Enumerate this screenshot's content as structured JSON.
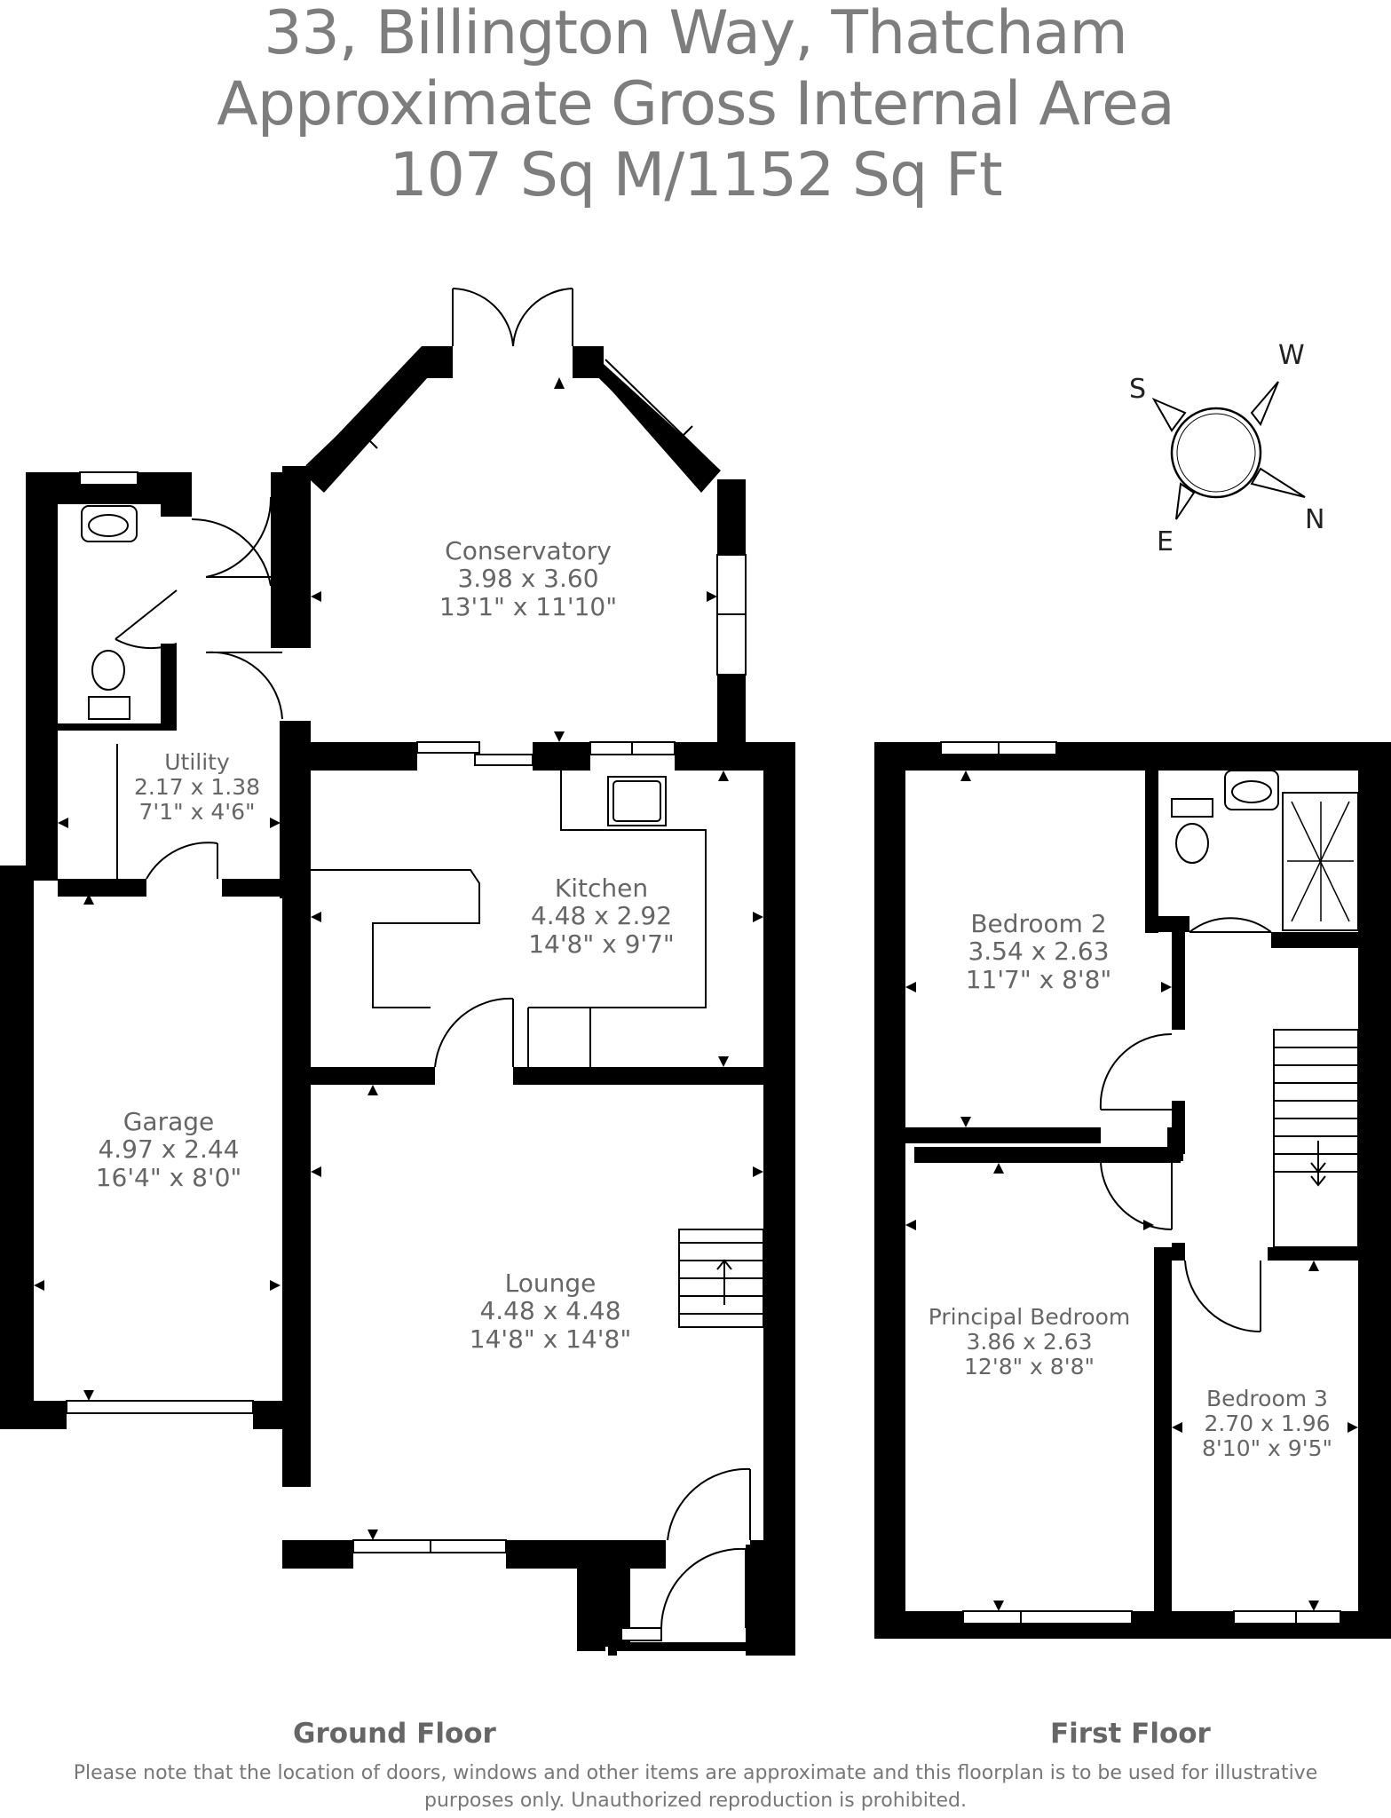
{
  "title": {
    "line1": "33, Billington Way, Thatcham",
    "line2": "Approximate Gross Internal Area",
    "line3": "107 Sq M/1152 Sq Ft"
  },
  "floors": {
    "ground": "Ground Floor",
    "first": "First Floor"
  },
  "rooms": {
    "conservatory": {
      "name": "Conservatory",
      "metric": "3.98 x 3.60",
      "imperial": "13'1\" x 11'10\""
    },
    "utility": {
      "name": "Utility",
      "metric": "2.17 x 1.38",
      "imperial": "7'1\" x 4'6\""
    },
    "kitchen": {
      "name": "Kitchen",
      "metric": "4.48 x 2.92",
      "imperial": "14'8\" x 9'7\""
    },
    "garage": {
      "name": "Garage",
      "metric": "4.97 x 2.44",
      "imperial": "16'4\" x 8'0\""
    },
    "lounge": {
      "name": "Lounge",
      "metric": "4.48 x 4.48",
      "imperial": "14'8\" x 14'8\""
    },
    "bedroom2": {
      "name": "Bedroom 2",
      "metric": "3.54 x 2.63",
      "imperial": "11'7\" x 8'8\""
    },
    "principal": {
      "name": "Principal Bedroom",
      "metric": "3.86 x 2.63",
      "imperial": "12'8\" x 8'8\""
    },
    "bedroom3": {
      "name": "Bedroom 3",
      "metric": "2.70 x 1.96",
      "imperial": "8'10\" x 9'5\""
    }
  },
  "compass": {
    "s": "S",
    "w": "W",
    "n": "N",
    "e": "E"
  },
  "footer": {
    "line1": "Please note that the location of doors, windows and other items are approximate and this floorplan is to be used for illustrative",
    "line2": "purposes only. Unauthorized reproduction is prohibited."
  }
}
